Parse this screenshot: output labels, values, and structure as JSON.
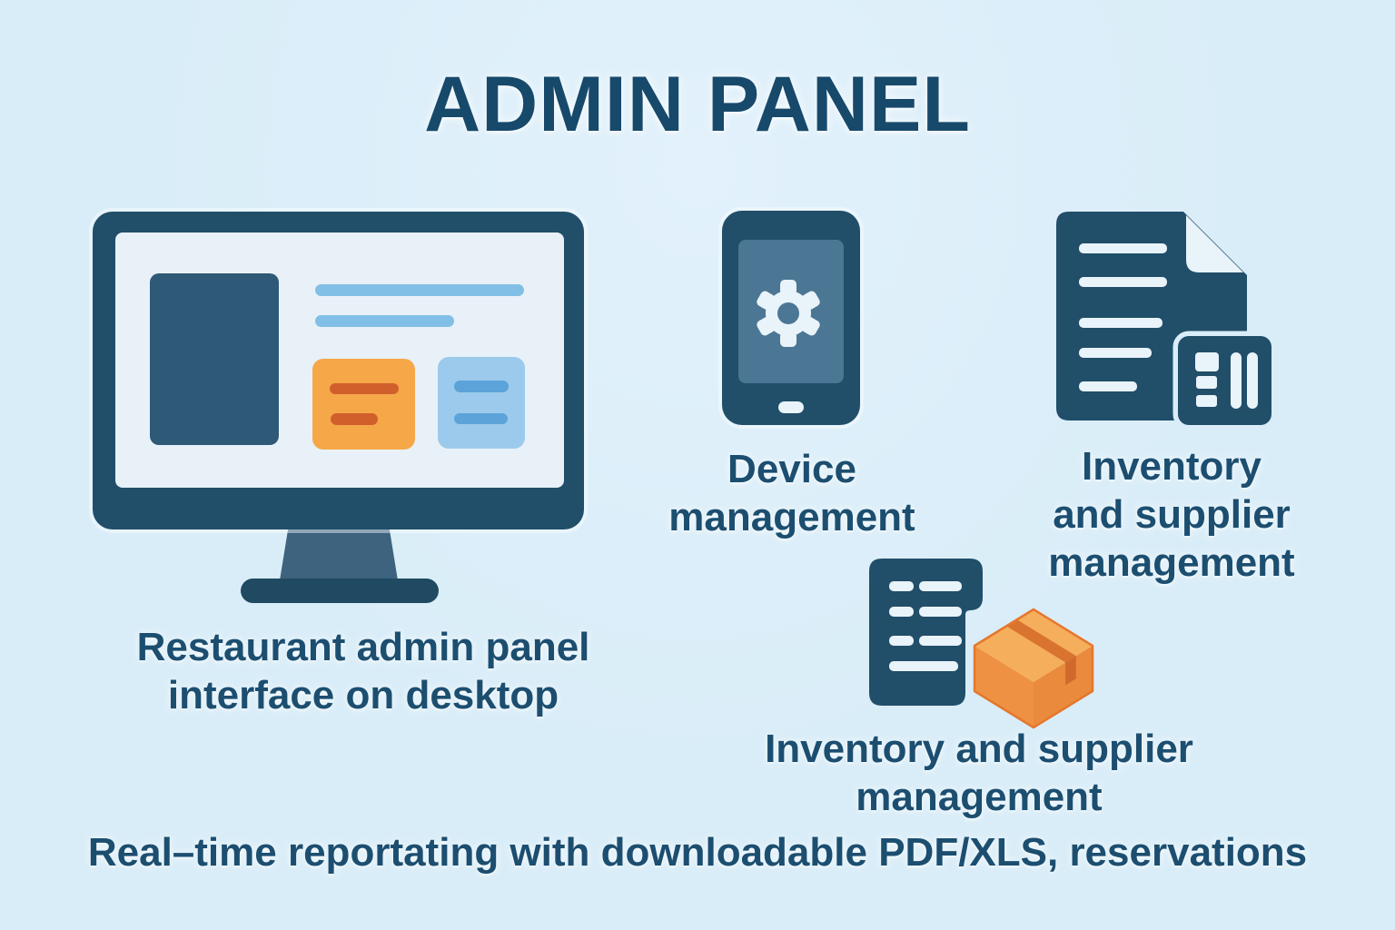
{
  "title": "ADMIN PANEL",
  "figures": {
    "desktop": {
      "icon": "desktop-monitor-icon",
      "caption_lines": [
        "Restaurant admin panel",
        "interface on desktop"
      ]
    },
    "device": {
      "icon": "mobile-settings-icon",
      "caption_lines": [
        "Device",
        "management"
      ]
    },
    "inventory_doc": {
      "icon": "document-invoice-icon",
      "caption_lines": [
        "Inventory",
        "and supplier",
        "management"
      ]
    },
    "inventory_box": {
      "icon": "document-box-icon",
      "caption_lines": [
        "Inventory and supplier",
        "management"
      ]
    }
  },
  "footer": {
    "text": "Real–time reportating with downloadable PDF/XLS, reservations"
  },
  "colors": {
    "background": "#d9edf8",
    "navy": "#214e69",
    "title_text": "#17496b",
    "caption_text": "#1c4e70",
    "screen_bg": "#e9f1f8",
    "icon_light": "#e9f3fa",
    "phone_screen": "#4b7694",
    "light_blue_bar": "#82bfe7",
    "blue_card": "#9ccaec",
    "blue_bar": "#5ba3d8",
    "orange_card": "#f6a748",
    "orange_bar": "#d15f2c",
    "box_orange_top": "#f5ae5c",
    "box_orange_side": "#ef9143",
    "box_tape": "#d97430"
  }
}
